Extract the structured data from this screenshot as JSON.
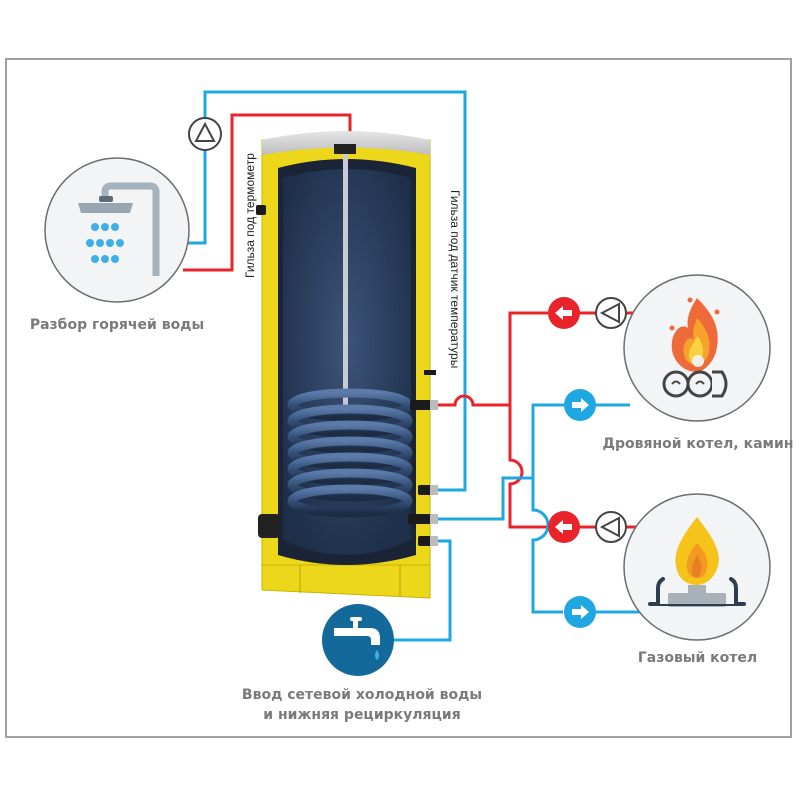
{
  "diagram": {
    "title": "Схема подключения бойлера косвенного нагрева",
    "colors": {
      "hot_pipe": "#e8232a",
      "cold_pipe": "#1ea7e1",
      "frame": "#a0a0a0",
      "label": "#7a7a7a",
      "tank_insulation": "#ecd71a",
      "tank_inner": "#2f4668",
      "icon_circle_bg": "#f3f4f6",
      "icon_circle_border": "#6d6d6d",
      "valve_hot": "#e8232a",
      "valve_cold": "#1ea7e1",
      "tap_circle": "#136a9a"
    },
    "nodes": {
      "hot_water_outlet": {
        "label": "Разбор горячей воды",
        "icon": "shower-icon"
      },
      "wood_boiler": {
        "label": "Дровяной котел, камин",
        "icon": "campfire-icon"
      },
      "gas_boiler": {
        "label": "Газовый котел",
        "icon": "gas-burner-icon"
      },
      "cold_water_inlet": {
        "label_line1": "Ввод  сетевой холодной воды",
        "label_line2": "и нижняя рециркуляция",
        "icon": "water-tap-icon"
      }
    },
    "annotations": {
      "thermometer_sleeve": "Гильза под термометр",
      "sensor_sleeve": "Гильза под датчик температуры"
    },
    "components": {
      "pumps": [
        "circulation-pump-dhw",
        "circulation-pump-wood",
        "circulation-pump-gas"
      ],
      "check_valves": [
        {
          "name": "wood-return-valve",
          "direction": "left",
          "type": "hot"
        },
        {
          "name": "wood-supply-valve",
          "direction": "right",
          "type": "cold"
        },
        {
          "name": "gas-return-valve",
          "direction": "left",
          "type": "hot"
        },
        {
          "name": "gas-supply-valve",
          "direction": "right",
          "type": "cold"
        }
      ]
    }
  }
}
